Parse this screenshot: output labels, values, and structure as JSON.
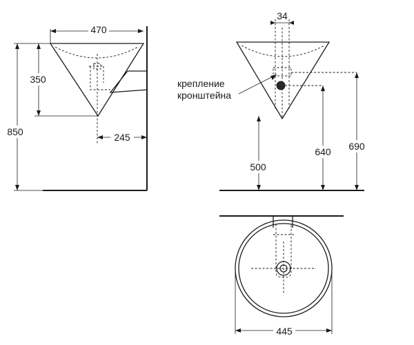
{
  "dimensions": {
    "top_width": "470",
    "bowl_depth": "350",
    "total_height": "850",
    "bracket_offset": "245",
    "drain_width": "34",
    "mount_height": "500",
    "bracket_height": "640",
    "top_height": "690",
    "diameter": "445"
  },
  "labels": {
    "bracket_line1": "крепление",
    "bracket_line2": "кронштейна"
  }
}
